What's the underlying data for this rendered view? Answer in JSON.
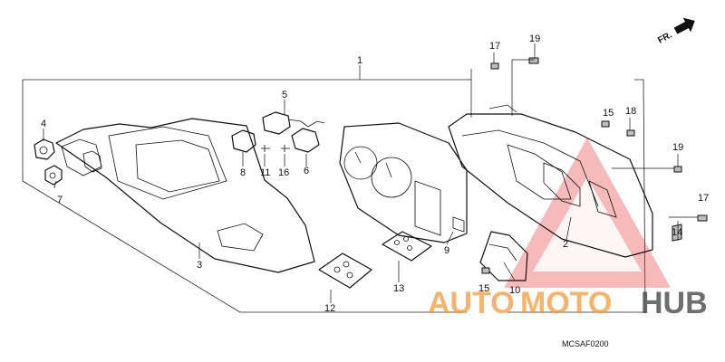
{
  "diagram": {
    "callouts": [
      "1",
      "2",
      "3",
      "4",
      "5",
      "6",
      "7",
      "8",
      "9",
      "10",
      "11",
      "12",
      "13",
      "14",
      "15",
      "15",
      "16",
      "17",
      "17",
      "18",
      "19",
      "19"
    ],
    "direction_marker": "FR.",
    "figure_code": "MCSAF0200"
  },
  "watermark": {
    "part1": "AUTO",
    "part2": "MOTO",
    "part3": "HUB",
    "colors": {
      "orange": "#f39a3a",
      "gray": "#4a4a4a",
      "triangle": "#e63a3a"
    }
  }
}
